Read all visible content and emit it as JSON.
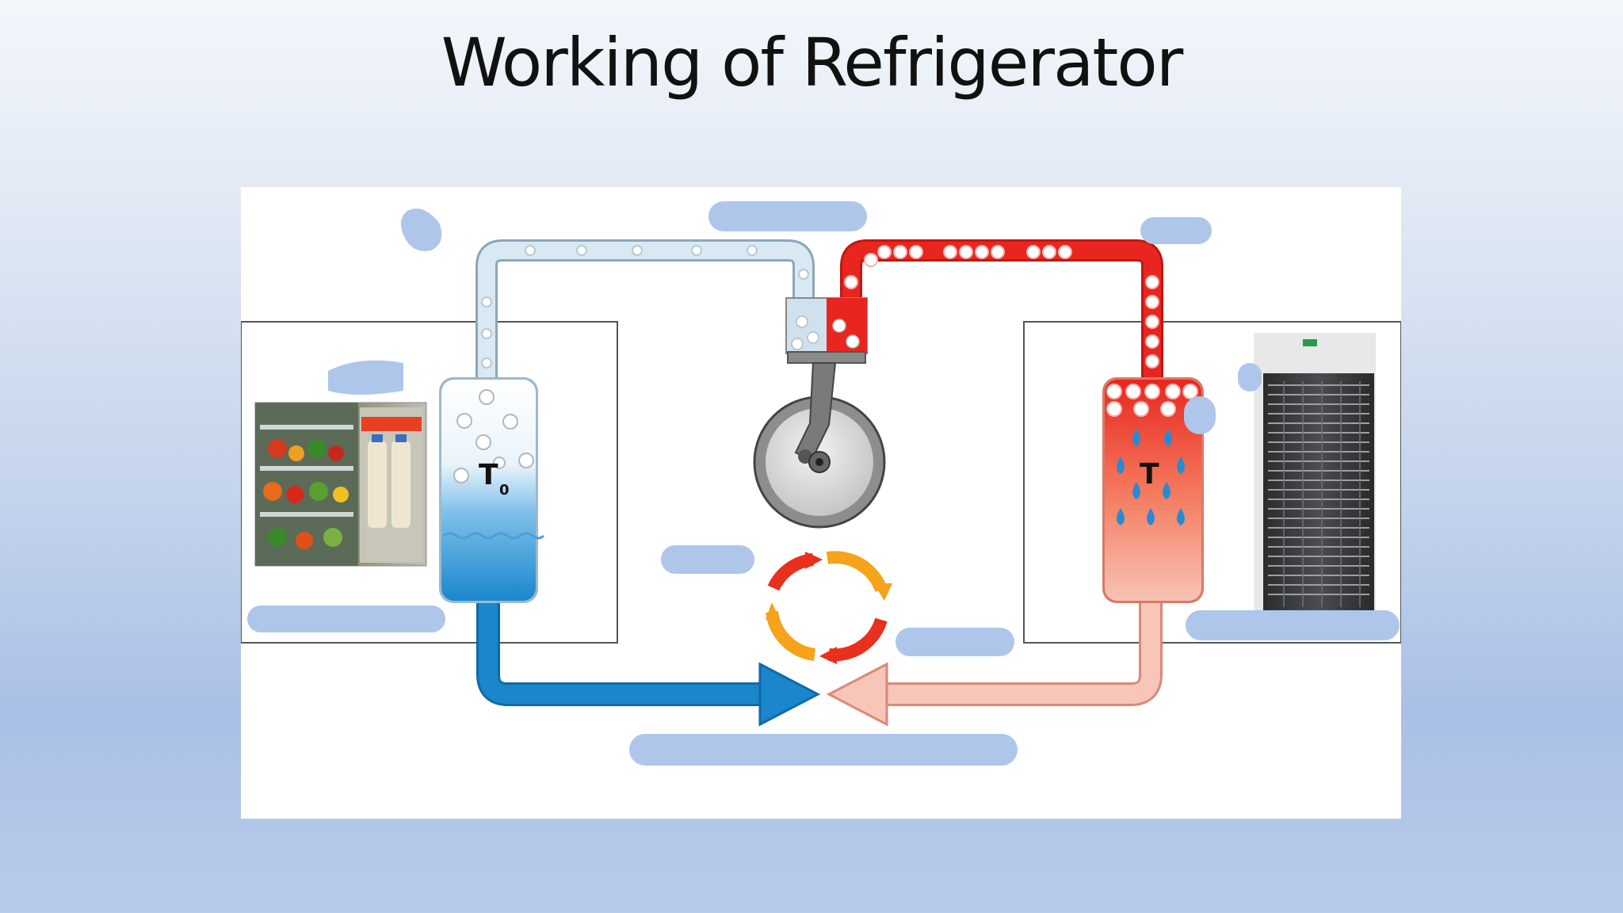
{
  "slide": {
    "title": "Working of Refrigerator"
  },
  "diagram": {
    "cold_reservoir_label": "T",
    "cold_reservoir_subscript": "0",
    "hot_reservoir_label": "T",
    "colors": {
      "cold_fluid": "#1a86cc",
      "cold_pipe": "#cfe3f1",
      "hot_fluid": "#e8261f",
      "hot_return": "#f4b8a8",
      "compressor_body": "#9a9a9a",
      "cycle_orange": "#f5a31a",
      "cycle_red": "#e8301f",
      "redaction_blue": "#aec6ea"
    }
  }
}
